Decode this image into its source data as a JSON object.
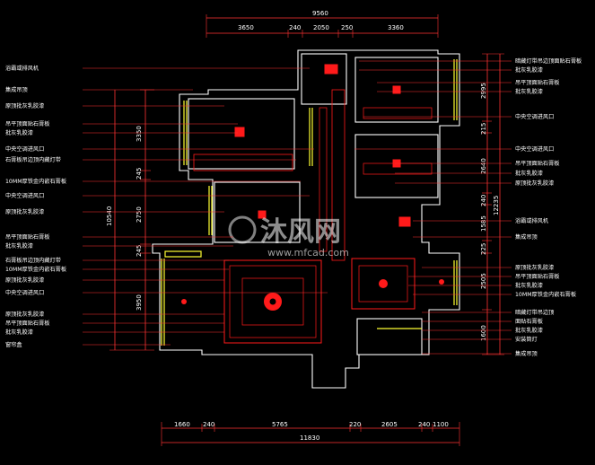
{
  "dimensions": {
    "top_total": "9560",
    "top_segments": [
      "3650",
      "240",
      "2050",
      "250",
      "3360"
    ],
    "bottom_total": "11830",
    "bottom_segments": [
      "1660",
      "240",
      "5765",
      "220",
      "2605",
      "240",
      "1100"
    ],
    "left_segments": [
      "3350",
      "245",
      "2750",
      "245",
      "3950"
    ],
    "left_total": "10540",
    "right_segments": [
      "2995",
      "215",
      "2640",
      "240",
      "1585",
      "225",
      "2505",
      "1600"
    ],
    "right_total": "12235"
  },
  "left_labels": [
    "浴霸或排风机",
    "集成吊顶",
    "原顶批灰乳胶漆",
    "吊平顶面贴石膏板",
    "批灰乳胶漆",
    "中央空调进风口",
    "石膏板吊边顶内藏灯带",
    "10MM厚铁金内嵌石膏板",
    "中央空调进风口",
    "原顶批灰乳胶漆",
    "吊平顶面贴石膏板",
    "批灰乳胶漆",
    "石膏板吊边顶内藏灯带",
    "10MM厚铁金内嵌石膏板",
    "原顶批灰乳胶漆",
    "中央空调进风口",
    "原顶批灰乳胶漆",
    "吊平顶面贴石膏板",
    "批灰乳胶漆",
    "窗帘盒"
  ],
  "right_labels": [
    "暗藏灯带吊边顶面贴石膏板",
    "批灰乳胶漆",
    "吊平顶面贴石膏板",
    "批灰乳胶漆",
    "中央空调进风口",
    "中央空调进风口",
    "吊平顶面贴石膏板",
    "批灰乳胶漆",
    "原顶批灰乳胶漆",
    "浴霸或排风机",
    "集成吊顶",
    "原顶批灰乳胶漆",
    "吊平顶面贴石膏板",
    "批灰乳胶漆",
    "10MM厚铁金内嵌石膏板",
    "暗藏灯带吊边顶",
    "面贴石膏板",
    "批灰乳胶漆",
    "安装筒灯",
    "集成吊顶"
  ],
  "watermark": {
    "brand": "沐风网",
    "url": "www.mfcad.com"
  },
  "colors": {
    "background": "#000000",
    "wall": "#ffffff",
    "ceiling_red": "#ff1a1a",
    "dimension": "#ff3333",
    "window_yellow": "#ffff33",
    "label_text": "#ffffff"
  }
}
